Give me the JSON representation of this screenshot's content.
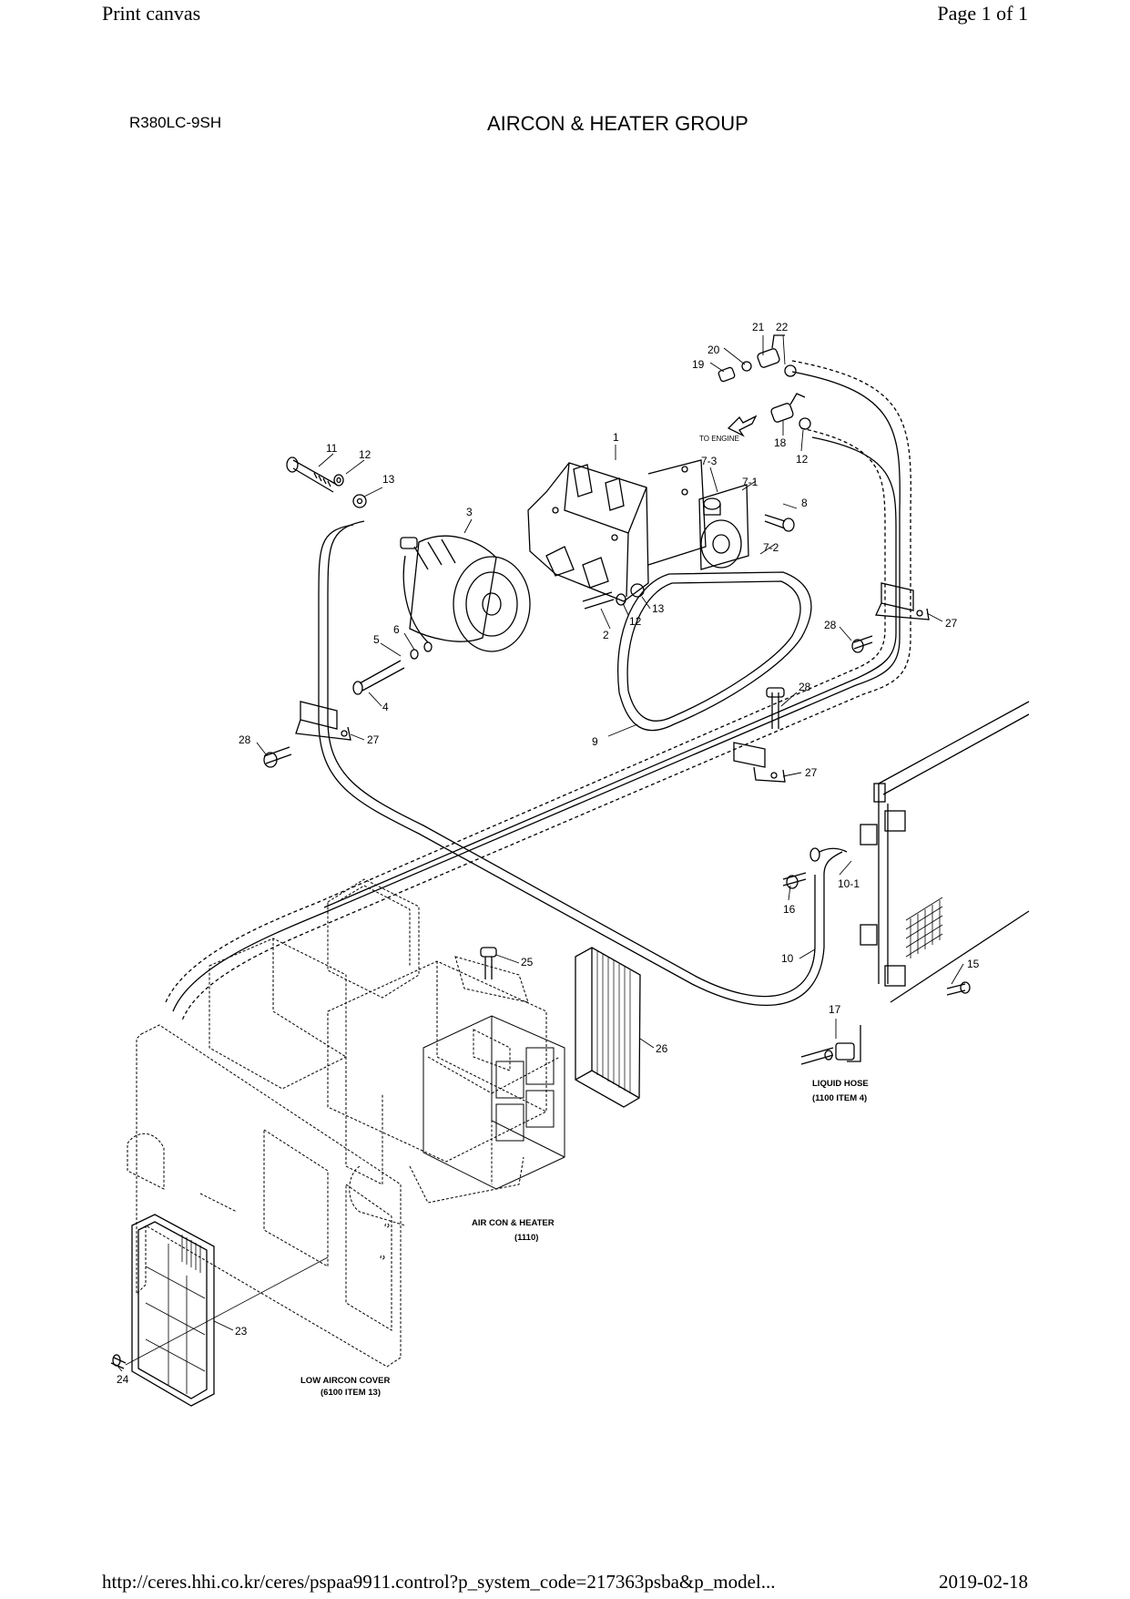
{
  "print_header": {
    "left": "Print canvas",
    "right": "Page 1 of 1"
  },
  "print_footer": {
    "url": "http://ceres.hhi.co.kr/ceres/pspaa9911.control?p_system_code=217363psba&p_model...",
    "date": "2019-02-18"
  },
  "model": "R380LC-9SH",
  "title": "AIRCON & HEATER GROUP",
  "notes": {
    "to_engine": "TO ENGINE",
    "liquid_hose_1": "LIQUID HOSE",
    "liquid_hose_2": "(1100 ITEM 4)",
    "aircon_heater_1": "AIR CON & HEATER",
    "aircon_heater_2": "(1110)",
    "low_cover_1": "LOW AIRCON COVER",
    "low_cover_2": "(6100 ITEM 13)"
  },
  "callouts": [
    {
      "id": "c11",
      "label": "11"
    },
    {
      "id": "c12a",
      "label": "12"
    },
    {
      "id": "c13a",
      "label": "13"
    },
    {
      "id": "c3",
      "label": "3"
    },
    {
      "id": "c1",
      "label": "1"
    },
    {
      "id": "c73",
      "label": "7-3"
    },
    {
      "id": "c71",
      "label": "7-1"
    },
    {
      "id": "c8",
      "label": "8"
    },
    {
      "id": "c72",
      "label": "7-2"
    },
    {
      "id": "c21",
      "label": "21"
    },
    {
      "id": "c22",
      "label": "22"
    },
    {
      "id": "c20",
      "label": "20"
    },
    {
      "id": "c19",
      "label": "19"
    },
    {
      "id": "c18",
      "label": "18"
    },
    {
      "id": "c12b",
      "label": "12"
    },
    {
      "id": "c13b",
      "label": "13"
    },
    {
      "id": "c12c",
      "label": "12"
    },
    {
      "id": "c2",
      "label": "2"
    },
    {
      "id": "c6",
      "label": "6"
    },
    {
      "id": "c5",
      "label": "5"
    },
    {
      "id": "c4",
      "label": "4"
    },
    {
      "id": "c27a",
      "label": "27"
    },
    {
      "id": "c28a",
      "label": "28"
    },
    {
      "id": "c28b",
      "label": "28"
    },
    {
      "id": "c27b",
      "label": "27"
    },
    {
      "id": "c9",
      "label": "9"
    },
    {
      "id": "c28c",
      "label": "28"
    },
    {
      "id": "c27c",
      "label": "27"
    },
    {
      "id": "c101",
      "label": "10-1"
    },
    {
      "id": "c16",
      "label": "16"
    },
    {
      "id": "c10",
      "label": "10"
    },
    {
      "id": "c15",
      "label": "15"
    },
    {
      "id": "c25",
      "label": "25"
    },
    {
      "id": "c26",
      "label": "26"
    },
    {
      "id": "c17",
      "label": "17"
    },
    {
      "id": "c23",
      "label": "23"
    },
    {
      "id": "c24",
      "label": "24"
    }
  ]
}
